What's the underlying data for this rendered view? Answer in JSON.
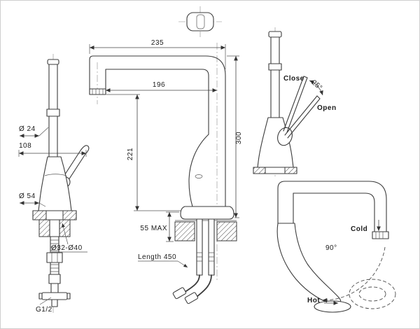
{
  "drawing": {
    "type": "faucet technical drawing",
    "line_color": "#3b3b3b",
    "background": "#ffffff"
  },
  "dimensions": {
    "overall_width": "235",
    "spout_reach": "196",
    "spout_height": "221",
    "overall_height": "300",
    "deck_thickness": "55 MAX",
    "hose_length": "Length 450",
    "spout_diameter": "Ø 24",
    "handle_reach": "108",
    "body_diameter": "Ø 54",
    "hole_diameter": "Ø32-Ø40",
    "thread_size": "G1/2"
  },
  "labels": {
    "close": "Close",
    "open": "Open",
    "handle_angle": "25°",
    "cold": "Cold",
    "hot": "Hot",
    "swivel_angle": "90°"
  }
}
